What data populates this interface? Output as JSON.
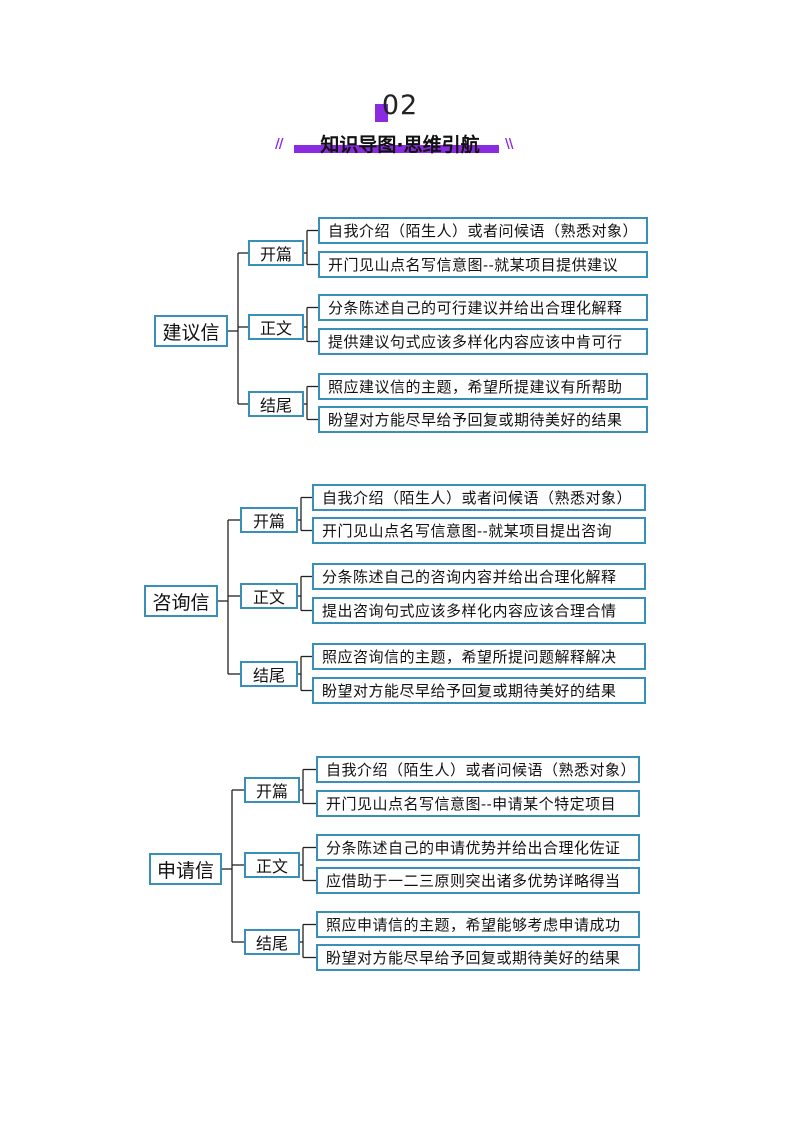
{
  "header": {
    "number": "02",
    "title": "知识导图·思维引航"
  },
  "trees": [
    {
      "root": "建议信",
      "sections": [
        {
          "label": "开篇",
          "items": [
            "自我介绍（陌生人）或者问候语（熟悉对象）",
            "开门见山点名写信意图--就某项目提供建议"
          ]
        },
        {
          "label": "正文",
          "items": [
            "分条陈述自己的可行建议并给出合理化解释",
            "提供建议句式应该多样化内容应该中肯可行"
          ]
        },
        {
          "label": "结尾",
          "items": [
            "照应建议信的主题，希望所提建议有所帮助",
            "盼望对方能尽早给予回复或期待美好的结果"
          ]
        }
      ]
    },
    {
      "root": "咨询信",
      "sections": [
        {
          "label": "开篇",
          "items": [
            "自我介绍（陌生人）或者问候语（熟悉对象）",
            "开门见山点名写信意图--就某项目提出咨询"
          ]
        },
        {
          "label": "正文",
          "items": [
            "分条陈述自己的咨询内容并给出合理化解释",
            "提出咨询句式应该多样化内容应该合理合情"
          ]
        },
        {
          "label": "结尾",
          "items": [
            "照应咨询信的主题，希望所提问题解释解决",
            "盼望对方能尽早给予回复或期待美好的结果"
          ]
        }
      ]
    },
    {
      "root": "申请信",
      "sections": [
        {
          "label": "开篇",
          "items": [
            "自我介绍（陌生人）或者问候语（熟悉对象）",
            "开门见山点名写信意图--申请某个特定项目"
          ]
        },
        {
          "label": "正文",
          "items": [
            "分条陈述自己的申请优势并给出合理化佐证",
            "应借助于一二三原则突出诸多优势详略得当"
          ]
        },
        {
          "label": "结尾",
          "items": [
            "照应申请信的主题，希望能够考虑申请成功",
            "盼望对方能尽早给予回复或期待美好的结果"
          ]
        }
      ]
    }
  ]
}
